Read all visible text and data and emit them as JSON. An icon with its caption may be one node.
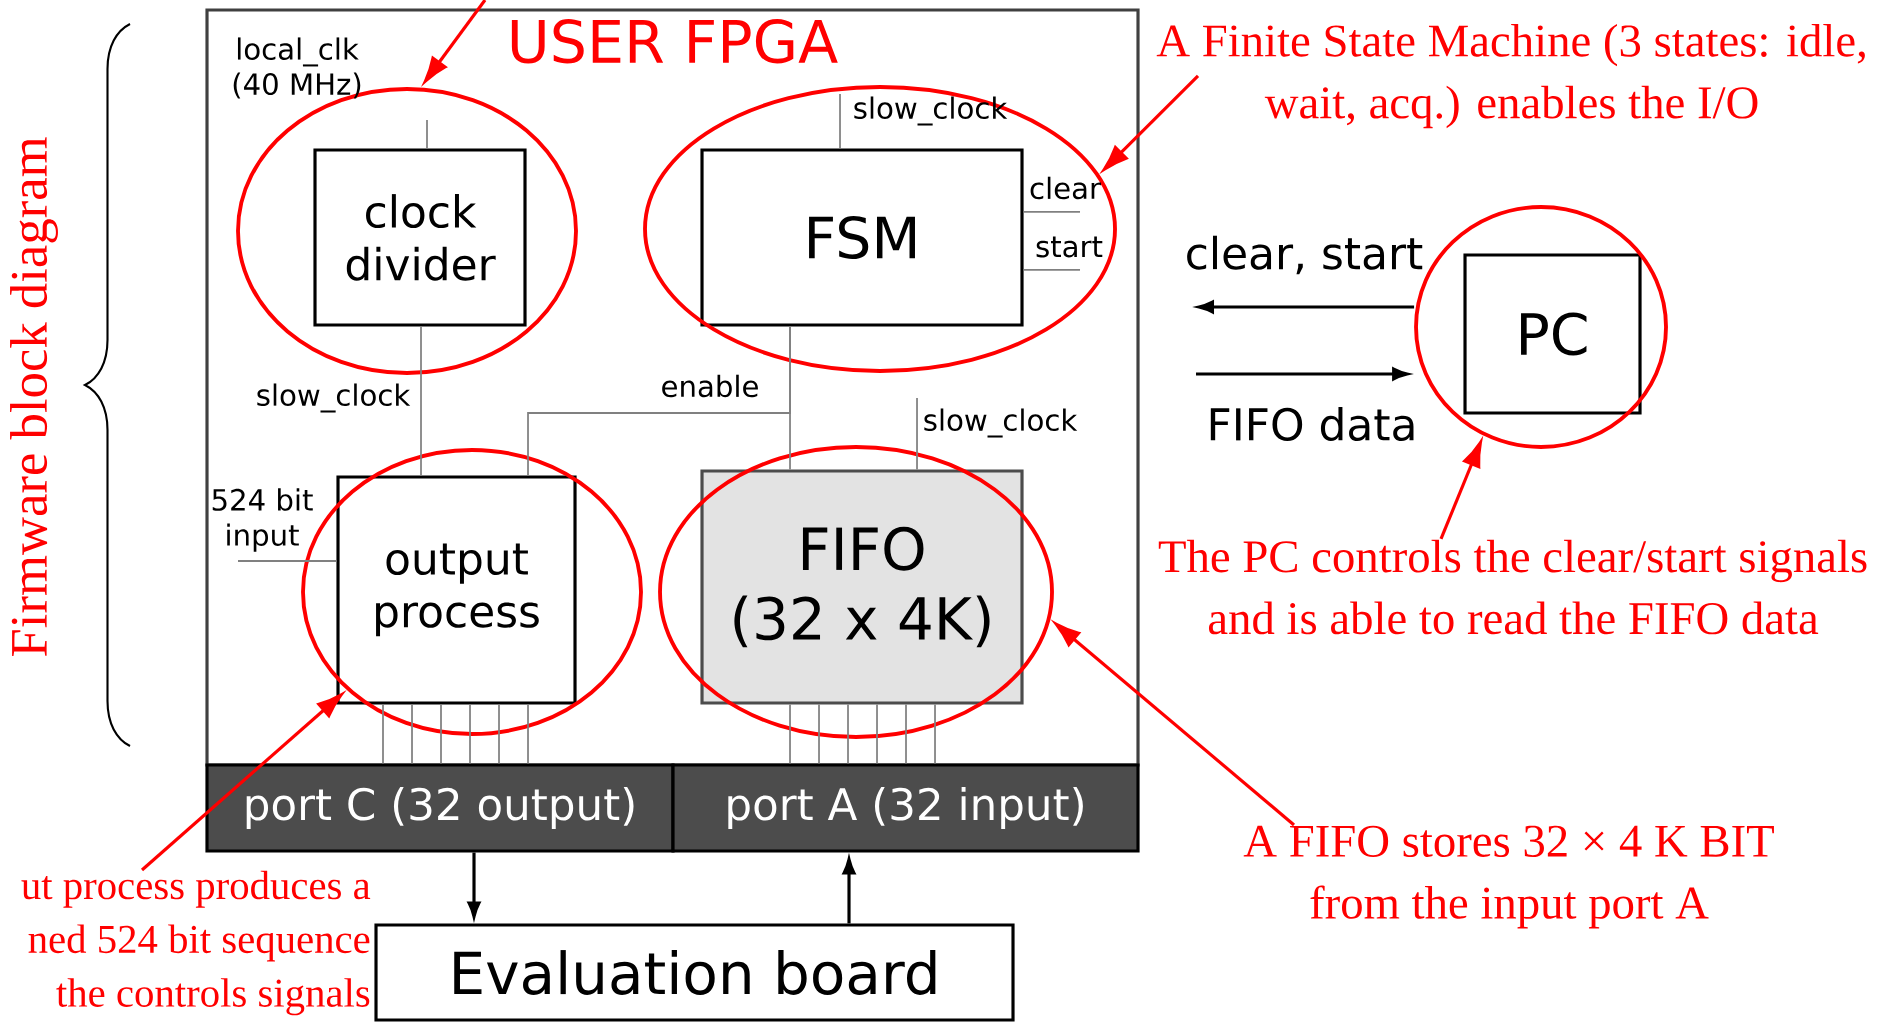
{
  "diagram": {
    "nodes": [
      {
        "text": [
          "USER FPGA"
        ]
      },
      {
        "text": [],
        "shape": "ellipse",
        "in": 0
      },
      {
        "text": [
          "clock divider"
        ],
        "in": 1
      },
      {
        "text": [],
        "shape": "ellipse",
        "in": 0
      },
      {
        "text": [
          "FSM"
        ],
        "in": 3
      },
      {
        "text": [],
        "shape": "ellipse",
        "in": 0
      },
      {
        "text": [
          "output process"
        ],
        "in": 5
      },
      {
        "text": [],
        "shape": "ellipse",
        "in": 0
      },
      {
        "text": [
          "FIFO (32 x 4K)"
        ],
        "in": 7
      },
      {
        "text": [
          "port C (32 output)"
        ]
      },
      {
        "text": [
          "port A (32 input)"
        ]
      },
      {
        "text": [
          "Evaluation board"
        ]
      },
      {
        "text": [],
        "shape": "ellipse"
      },
      {
        "text": [
          "PC"
        ],
        "in": 12
      },
      {
        "text": [
          "A Finite State Machine (3 states: idle, wait, acq.)  enables the I/O"
        ]
      },
      {
        "text": [
          "The PC controls the clear/start signals and is able to read the FIFO data"
        ]
      },
      {
        "text": [
          "A FIFO stores 32 × 4 K BIT from the input port A"
        ]
      },
      {
        "text": [
          "ut process produces a ned 524 bit sequence the controls signals"
        ]
      }
    ],
    "edges": [
      {
        "from": null,
        "to": 2,
        "arrow": "none",
        "label": "local_clk (40 MHz)"
      },
      {
        "from": 2,
        "to": 6,
        "arrow": "none",
        "label": "slow_clock"
      },
      {
        "from": null,
        "to": 4,
        "arrow": "none",
        "label": "slow_clock"
      },
      {
        "from": 4,
        "to": null,
        "arrow": "none",
        "label": "clear"
      },
      {
        "from": 4,
        "to": null,
        "arrow": "none",
        "label": "start"
      },
      {
        "from": 4,
        "to": 6,
        "arrow": "none",
        "label": "enable"
      },
      {
        "from": 4,
        "to": 8,
        "arrow": "none"
      },
      {
        "from": null,
        "to": 8,
        "arrow": "none",
        "label": "slow_clock"
      },
      {
        "from": null,
        "to": 6,
        "arrow": "none",
        "label": "524 bit input"
      },
      {
        "from": 6,
        "to": 9,
        "arrow": "none"
      },
      {
        "from": 6,
        "to": 9,
        "arrow": "none"
      },
      {
        "from": 6,
        "to": 9,
        "arrow": "none"
      },
      {
        "from": 6,
        "to": 9,
        "arrow": "none"
      },
      {
        "from": 6,
        "to": 9,
        "arrow": "none"
      },
      {
        "from": 6,
        "to": 9,
        "arrow": "none"
      },
      {
        "from": 8,
        "to": 10,
        "arrow": "none"
      },
      {
        "from": 8,
        "to": 10,
        "arrow": "none"
      },
      {
        "from": 8,
        "to": 10,
        "arrow": "none"
      },
      {
        "from": 8,
        "to": 10,
        "arrow": "none"
      },
      {
        "from": 8,
        "to": 10,
        "arrow": "none"
      },
      {
        "from": 8,
        "to": 10,
        "arrow": "none"
      },
      {
        "from": 9,
        "to": 11,
        "arrow": "to",
        "color": "#000000"
      },
      {
        "from": 11,
        "to": 10,
        "arrow": "to",
        "color": "#000000"
      },
      {
        "from": 12,
        "to": null,
        "arrow": "to",
        "label": "clear, start",
        "color": "#000000"
      },
      {
        "from": null,
        "to": 12,
        "arrow": "to",
        "label": "FIFO data",
        "color": "#000000"
      },
      {
        "from": null,
        "to": 1,
        "arrow": "to",
        "color": "#ff0000"
      },
      {
        "from": 14,
        "to": 3,
        "arrow": "to",
        "color": "#ff0000"
      },
      {
        "from": 15,
        "to": 12,
        "arrow": "to",
        "color": "#ff0000"
      },
      {
        "from": 16,
        "to": 7,
        "arrow": "to",
        "color": "#ff0000"
      },
      {
        "from": 17,
        "to": 5,
        "arrow": "to",
        "color": "#ff0000"
      }
    ],
    "labels": [
      "Firmware block diagram"
    ]
  }
}
